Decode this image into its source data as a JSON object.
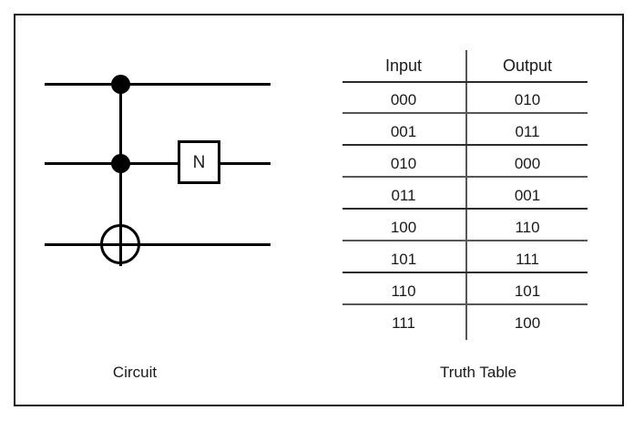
{
  "figure": {
    "border_color": "#1a1a1a",
    "background": "#ffffff"
  },
  "circuit": {
    "caption": "Circuit",
    "gate_label": "N",
    "wires": [
      {
        "name": "wire-top",
        "label": ""
      },
      {
        "name": "wire-middle",
        "label": ""
      },
      {
        "name": "wire-bottom",
        "label": ""
      }
    ],
    "elements": {
      "control_dot_top": "control-dot",
      "control_dot_middle": "control-dot",
      "target": "xor-target",
      "gate": "N"
    }
  },
  "truth_table": {
    "caption": "Truth Table",
    "headers": [
      "Input",
      "Output"
    ],
    "rows": [
      {
        "input": "000",
        "output": "010"
      },
      {
        "input": "001",
        "output": "011"
      },
      {
        "input": "010",
        "output": "000"
      },
      {
        "input": "011",
        "output": "001"
      },
      {
        "input": "100",
        "output": "110"
      },
      {
        "input": "101",
        "output": "111"
      },
      {
        "input": "110",
        "output": "101"
      },
      {
        "input": "111",
        "output": "100"
      }
    ]
  }
}
